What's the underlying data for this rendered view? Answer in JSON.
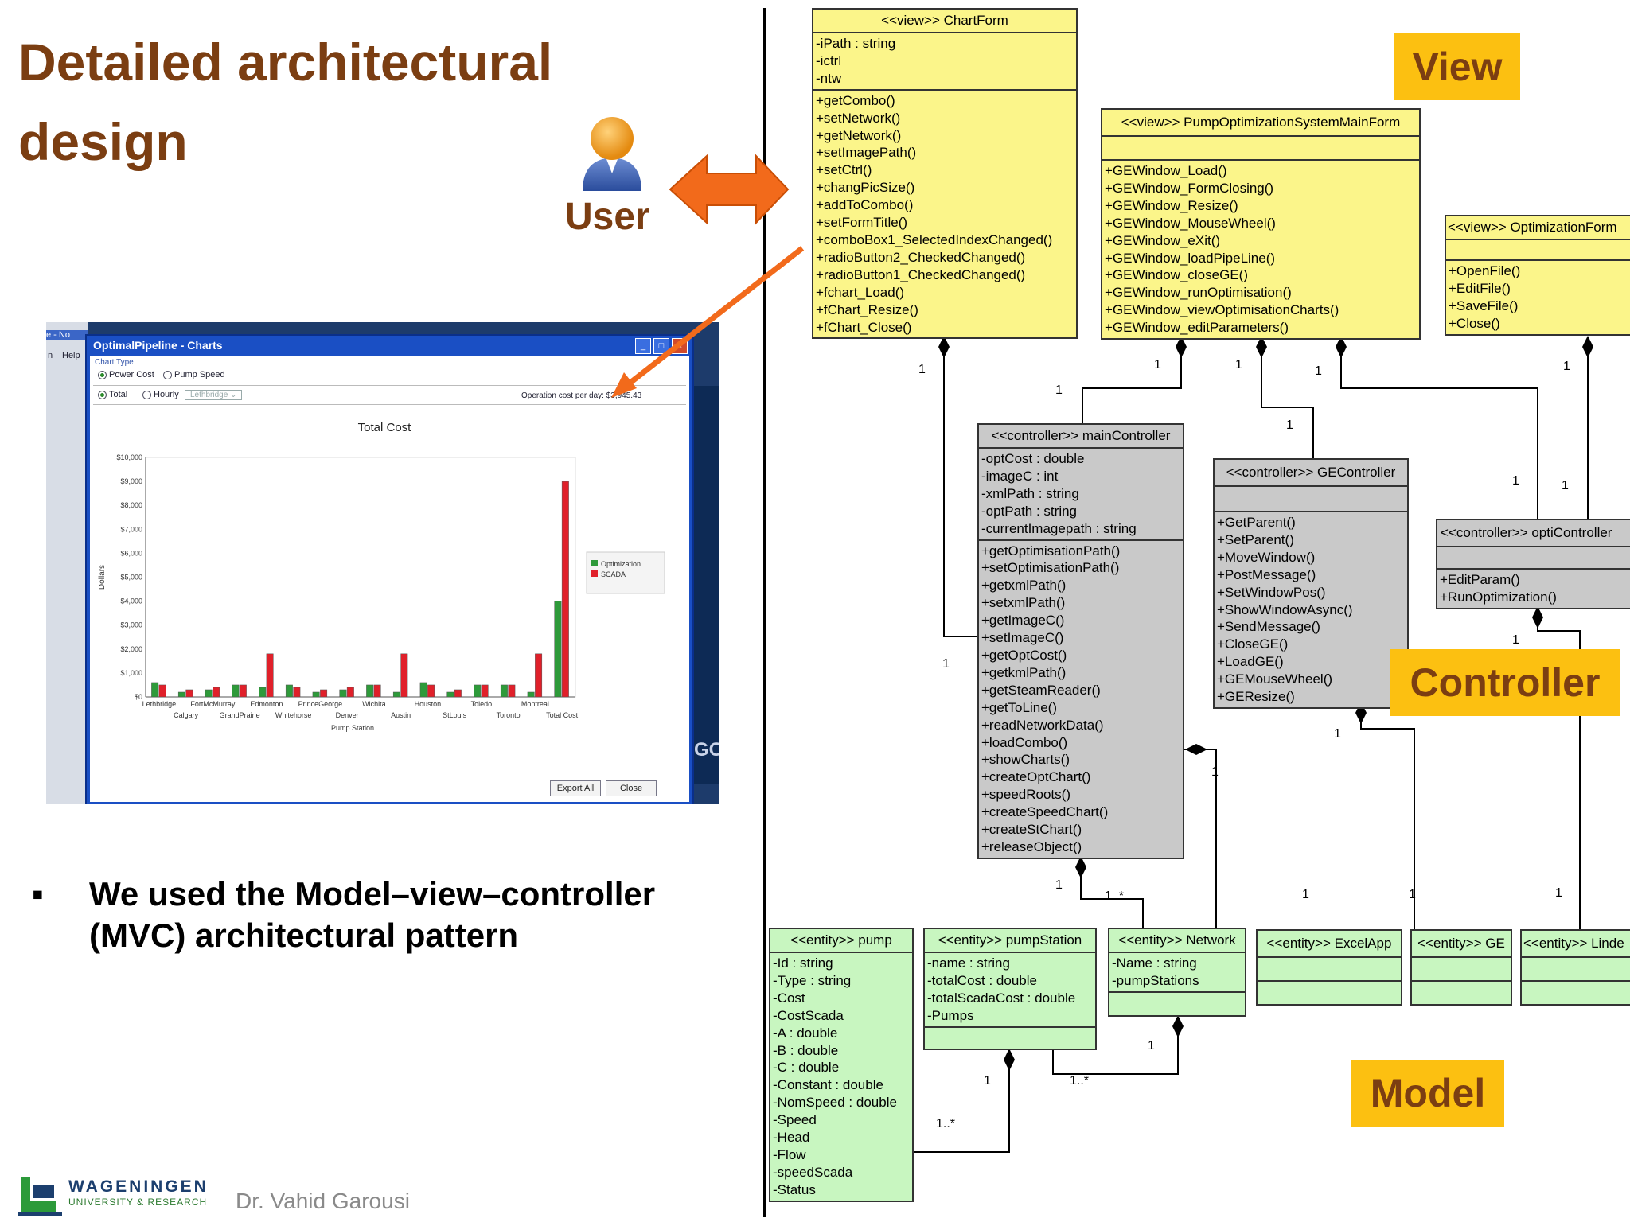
{
  "slide": {
    "title_line1": "Detailed architectural",
    "title_line2": "design",
    "user_label": "User",
    "bullet_marker": "▪",
    "bullet_text": "We used the Model–view–controller (MVC) architectural pattern",
    "author": "Dr. Vahid Garousi",
    "logo_name": "WAGENINGEN",
    "logo_sub": "UNIVERSITY & RESEARCH"
  },
  "colors": {
    "title": "#7b3e12",
    "tag_bg": "#fcc011",
    "view": "#fbf58a",
    "controller": "#c9c9c9",
    "model": "#c8f6c0",
    "arrow": "#f26a1b"
  },
  "tags": {
    "view": "View",
    "controller": "Controller",
    "model": "Model"
  },
  "app_window": {
    "title": "OptimalPipeline - Charts",
    "bg_window_title": "e - No",
    "menu_items": [
      "n",
      "Help"
    ],
    "chart_type_label": "Chart Type",
    "radio_power": "Power Cost",
    "radio_pump": "Pump Speed",
    "radio_total": "Total",
    "radio_hourly": "Hourly",
    "station_dropdown": "Lethbridge",
    "op_cost": "Operation cost per day: $3,945.43",
    "export_button": "Export All",
    "close_button": "Close",
    "ge_fragment": "GO"
  },
  "chart_data": {
    "type": "bar",
    "title": "Total Cost",
    "xlabel": "Pump Station",
    "ylabel": "Dollars",
    "ylim": [
      0,
      10000
    ],
    "yticks": [
      "$0",
      "$1,000",
      "$2,000",
      "$3,000",
      "$4,000",
      "$5,000",
      "$6,000",
      "$7,000",
      "$8,000",
      "$9,000",
      "$10,000"
    ],
    "categories": [
      "Lethbridge",
      "Calgary",
      "FortMcMurray",
      "GrandPrairie",
      "Edmonton",
      "Whitehorse",
      "PrinceGeorge",
      "Denver",
      "Wichita",
      "Austin",
      "Houston",
      "StLouis",
      "Toledo",
      "Toronto",
      "Montreal",
      "Total Cost"
    ],
    "series": [
      {
        "name": "Optimization",
        "color": "#2e9a3a",
        "values": [
          600,
          200,
          300,
          500,
          400,
          500,
          200,
          300,
          500,
          200,
          600,
          200,
          500,
          500,
          200,
          4000
        ]
      },
      {
        "name": "SCADA",
        "color": "#e0202a",
        "values": [
          500,
          300,
          400,
          500,
          1800,
          400,
          300,
          400,
          500,
          1800,
          500,
          300,
          500,
          500,
          1800,
          9000
        ]
      }
    ],
    "legend_position": "right"
  },
  "uml": {
    "chartform": {
      "header": "<<view>> ChartForm",
      "attrs": [
        "-iPath : string",
        "-ictrl",
        "-ntw"
      ],
      "ops": [
        "+getCombo()",
        "+setNetwork()",
        "+getNetwork()",
        "+setImagePath()",
        "+setCtrl()",
        "+changPicSize()",
        "+addToCombo()",
        "+setFormTitle()",
        "+comboBox1_SelectedIndexChanged()",
        "+radioButton2_CheckedChanged()",
        "+radioButton1_CheckedChanged()",
        "+fchart_Load()",
        "+fChart_Resize()",
        "+fChart_Close()"
      ]
    },
    "mainform": {
      "header": "<<view>> PumpOptimizationSystemMainForm",
      "ops": [
        "+GEWindow_Load()",
        "+GEWindow_FormClosing()",
        "+GEWindow_Resize()",
        "+GEWindow_MouseWheel()",
        "+GEWindow_eXit()",
        "+GEWindow_loadPipeLine()",
        "+GEWindow_closeGE()",
        "+GEWindow_runOptimisation()",
        "+GEWindow_viewOptimisationCharts()",
        "+GEWindow_editParameters()"
      ]
    },
    "optform": {
      "header": "<<view>> OptimizationForm",
      "ops": [
        "+OpenFile()",
        "+EditFile()",
        "+SaveFile()",
        "+Close()"
      ]
    },
    "maincontroller": {
      "header": "<<controller>> mainController",
      "attrs": [
        "-optCost : double",
        "-imageC : int",
        "-xmlPath : string",
        "-optPath : string",
        "-currentImagepath : string"
      ],
      "ops": [
        "+getOptimisationPath()",
        "+setOptimisationPath()",
        "+getxmlPath()",
        "+setxmlPath()",
        "+getImageC()",
        "+setImageC()",
        "+getOptCost()",
        "+getkmlPath()",
        "+getSteamReader()",
        "+getToLine()",
        "+readNetworkData()",
        "+loadCombo()",
        "+showCharts()",
        "+createOptChart()",
        "+speedRoots()",
        "+createSpeedChart()",
        "+createStChart()",
        "+releaseObject()"
      ]
    },
    "gecontroller": {
      "header": "<<controller>> GEController",
      "ops": [
        "+GetParent()",
        "+SetParent()",
        "+MoveWindow()",
        "+PostMessage()",
        "+SetWindowPos()",
        "+ShowWindowAsync()",
        "+SendMessage()",
        "+CloseGE()",
        "+LoadGE()",
        "+GEMouseWheel()",
        "+GEResize()"
      ]
    },
    "opticontroller": {
      "header": "<<controller>> optiController",
      "ops": [
        "+EditParam()",
        "+RunOptimization()"
      ]
    },
    "pump": {
      "header": "<<entity>> pump",
      "attrs": [
        "-Id : string",
        "-Type : string",
        "-Cost",
        "-CostScada",
        "-A : double",
        "-B : double",
        "-C : double",
        "-Constant : double",
        "-NomSpeed : double",
        "-Speed",
        "-Head",
        "-Flow",
        "-speedScada",
        "-Status"
      ]
    },
    "pumpstation": {
      "header": "<<entity>> pumpStation",
      "attrs": [
        "-name : string",
        "-totalCost : double",
        "-totalScadaCost : double",
        "-Pumps"
      ]
    },
    "network": {
      "header": "<<entity>> Network",
      "attrs": [
        "-Name : string",
        "-pumpStations"
      ]
    },
    "excelapp": {
      "header": "<<entity>> ExcelApp"
    },
    "ge": {
      "header": "<<entity>> GE"
    },
    "linde": {
      "header": "<<entity>> Linde"
    }
  },
  "multiplicities": [
    "1",
    "1",
    "1",
    "1",
    "1",
    "1",
    "1",
    "1",
    "1",
    "1",
    "1",
    "1",
    "1",
    "1",
    "1",
    "1..*",
    "1",
    "1",
    "1",
    "1",
    "1",
    "1..*",
    "1..*"
  ]
}
